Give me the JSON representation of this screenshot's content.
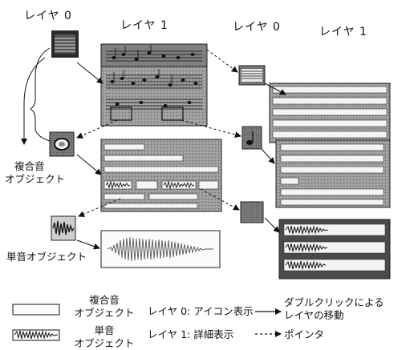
{
  "headers": {
    "layer0_left": "レイヤ 0",
    "layer1_left": "レイヤ 1",
    "layer0_right": "レイヤ 0",
    "layer1_right": "レイヤ 1"
  },
  "labels": {
    "compound_line1": "複合音",
    "compound_line2": "オブジェクト",
    "single": "単音オブジェクト"
  },
  "legend": {
    "compound_line1": "複合音",
    "compound_line2": "オブジェクト",
    "single_line1": "単音",
    "single_line2": "オブジェクト",
    "layer0_desc": "レイヤ 0: アイコン表示",
    "layer1_desc": "レイヤ 1: 詳細表示",
    "dblclick_line1": "ダブルクリックによる",
    "dblclick_line2": "レイヤの移動",
    "pointer": "ポインタ"
  },
  "colors": {
    "panel_gray": "#9a9a9a",
    "panel_dark": "#4a4a4a",
    "icon_dark": "#2a2a2a",
    "light_bar": "#f4f4f4"
  },
  "icons": [
    "score-icon",
    "compound-sound-icon",
    "waveform-icon",
    "staff-icon",
    "note-icon",
    "blank-icon"
  ]
}
